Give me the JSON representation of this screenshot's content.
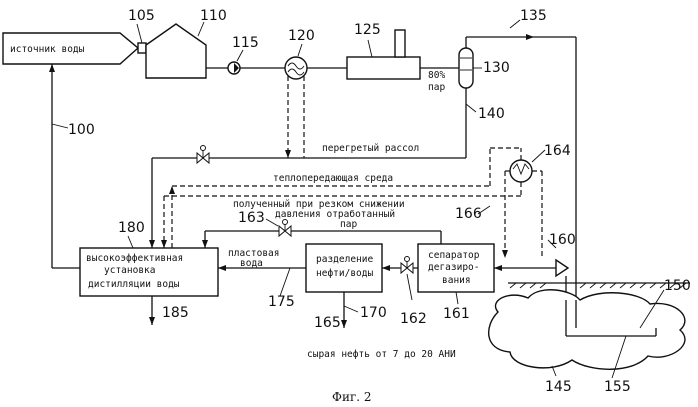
{
  "caption": "Фиг. 2",
  "labels": {
    "water_source": "источник воды",
    "steam_80": "80%",
    "steam_word": "пар",
    "superheated_brine": "перегретый рассол",
    "heat_transfer_medium": "теплопередающая среда",
    "flash_steam_line1": "полученный при резком снижении",
    "flash_steam_line2": "давления отработанный",
    "flash_steam_line3": "пар",
    "distill_line1": "высокоэффективная",
    "distill_line2": "установка",
    "distill_line3": "дистилляции воды",
    "produced_water_line1": "пластовая",
    "produced_water_line2": "вода",
    "separation_line1": "разделение",
    "separation_line2": "нефти/воды",
    "degas_line1": "сепаратор",
    "degas_line2": "дегазиро-",
    "degas_line3": "вания",
    "crude_oil": "сырая нефть от 7 до 20 АНИ"
  },
  "refs": {
    "r100": "100",
    "r105": "105",
    "r110": "110",
    "r115": "115",
    "r120": "120",
    "r125": "125",
    "r130": "130",
    "r135": "135",
    "r140": "140",
    "r145": "145",
    "r150": "150",
    "r155": "155",
    "r160": "160",
    "r161": "161",
    "r162": "162",
    "r163": "163",
    "r164": "164",
    "r165": "165",
    "r166": "166",
    "r170": "170",
    "r175": "175",
    "r180": "180",
    "r185": "185"
  }
}
